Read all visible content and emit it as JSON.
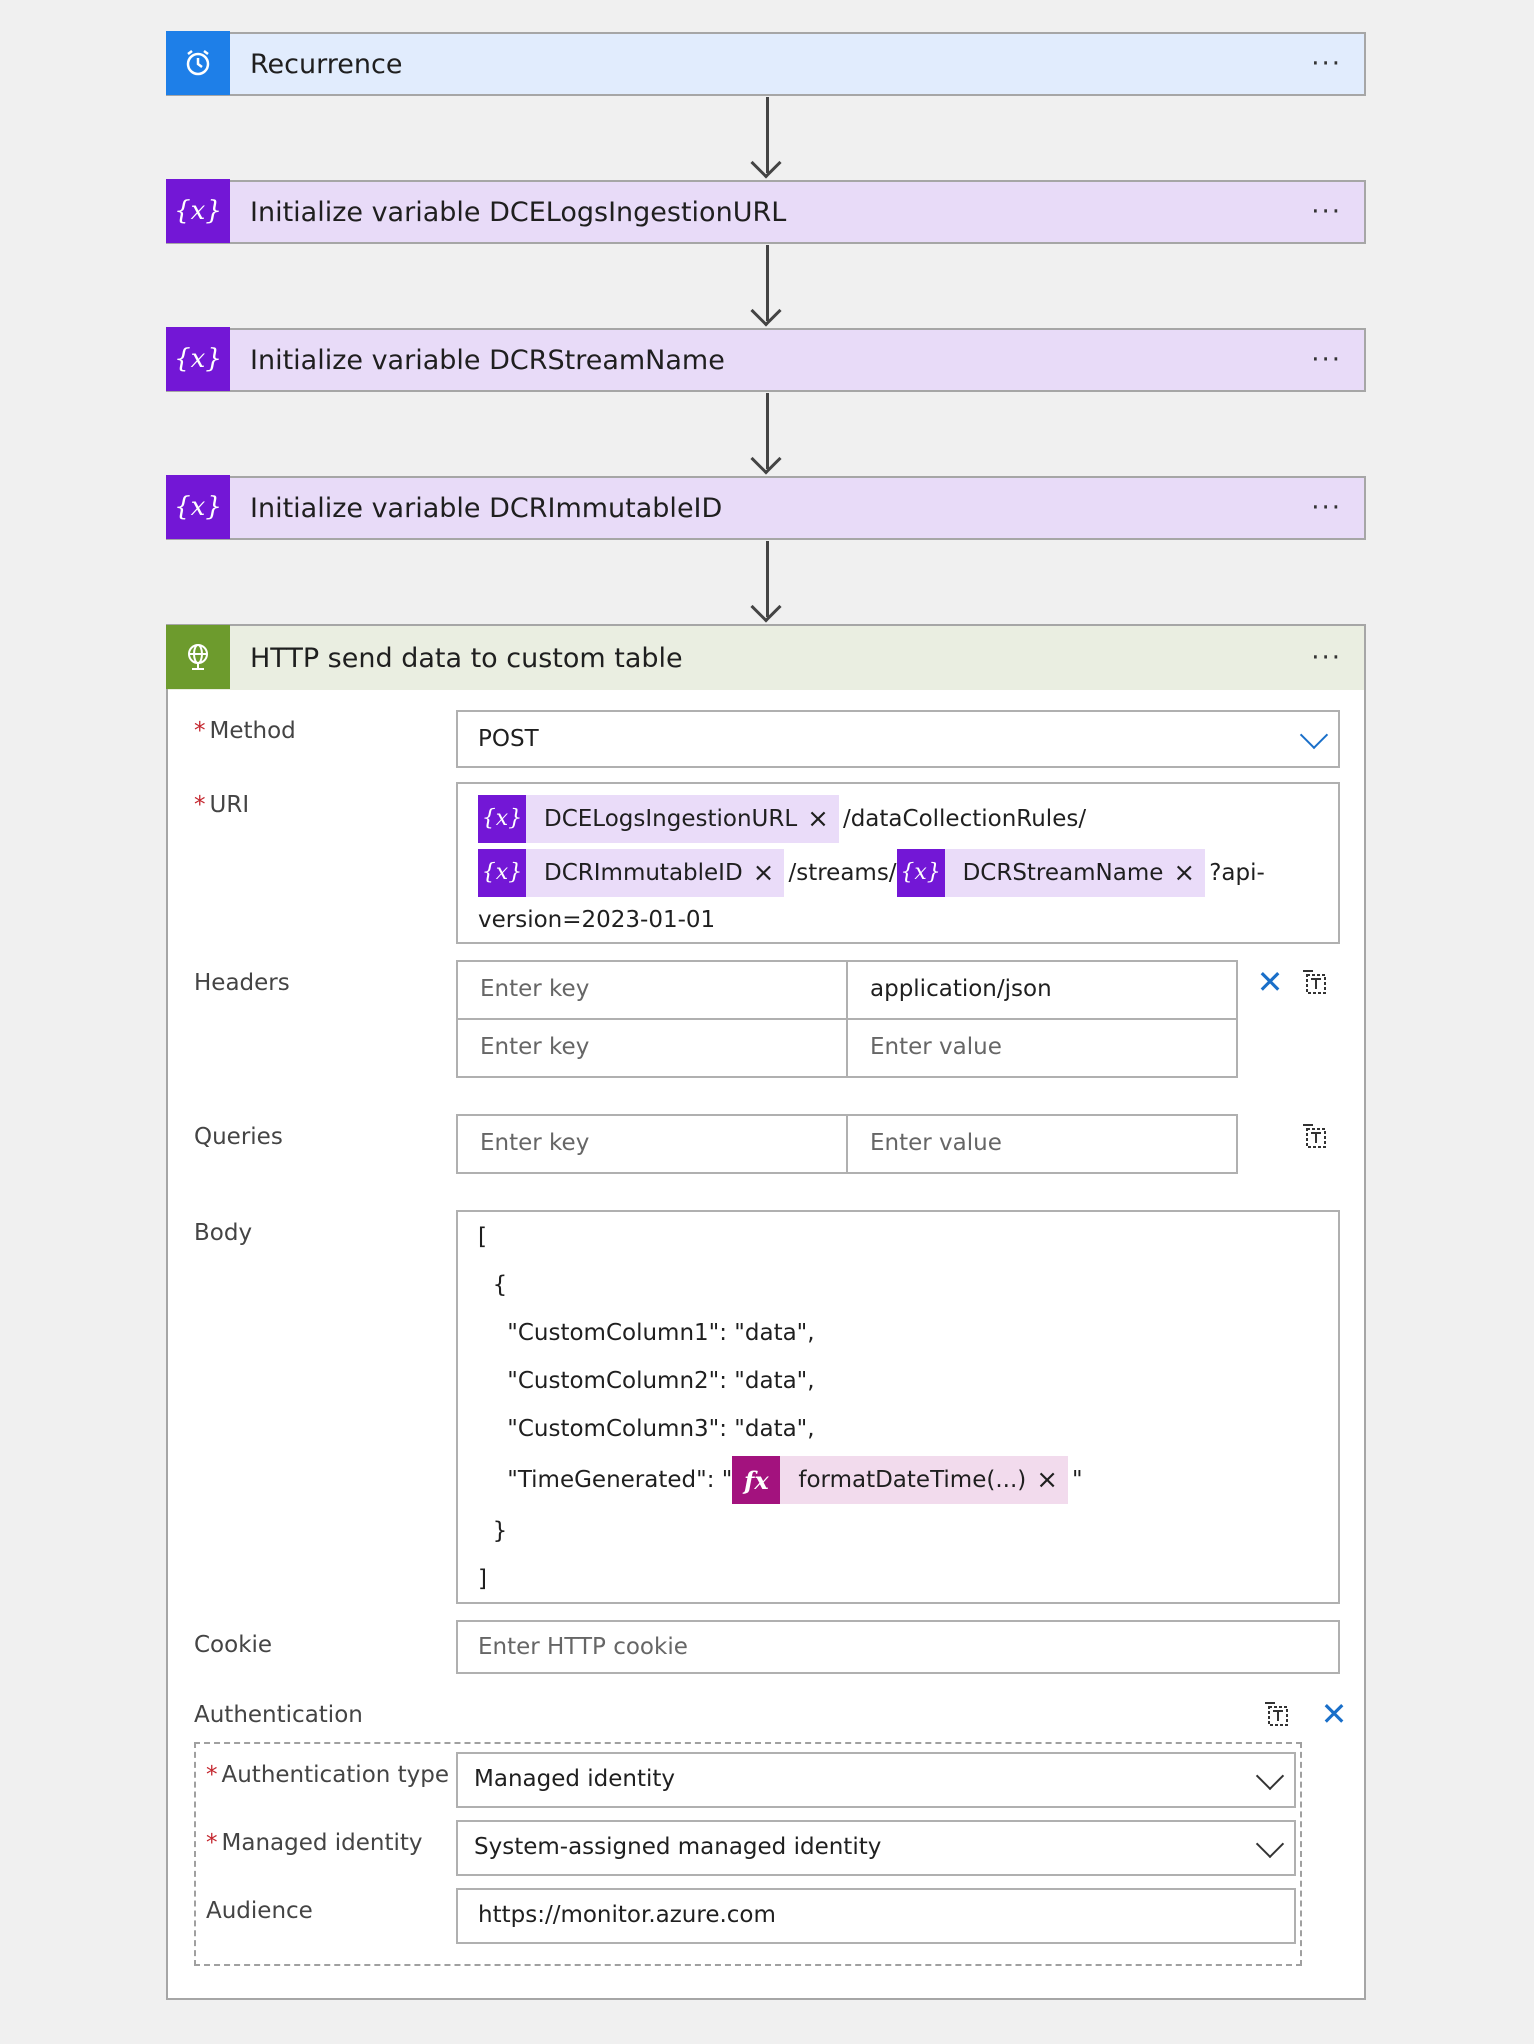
{
  "steps": [
    {
      "title": "Recurrence",
      "more": "···",
      "icon": "alarm-clock-icon",
      "color": "#1e7fe8"
    },
    {
      "title": "Initialize variable DCELogsIngestionURL",
      "more": "···",
      "icon": "variable-icon",
      "color": "#7317d6"
    },
    {
      "title": "Initialize variable DCRStreamName",
      "more": "···",
      "icon": "variable-icon",
      "color": "#7317d6"
    },
    {
      "title": "Initialize variable DCRImmutableID",
      "more": "···",
      "icon": "variable-icon",
      "color": "#7317d6"
    }
  ],
  "variable_glyph": "{x}",
  "http": {
    "title": "HTTP send data to custom table",
    "more": "···",
    "icon": "globe-icon",
    "color": "#6d9b2d",
    "method": {
      "label": "Method",
      "value": "POST"
    },
    "uri": {
      "label": "URI",
      "token1": "DCELogsIngestionURL",
      "text1": "/dataCollectionRules/",
      "token2": "DCRImmutableID",
      "text2": "/streams/",
      "token3": "DCRStreamName",
      "text3": "?api-",
      "text4": "version=2023-01-01"
    },
    "headers": {
      "label": "Headers",
      "rows": [
        {
          "key_placeholder": "Enter key",
          "value": "application/json"
        },
        {
          "key_placeholder": "Enter key",
          "value_placeholder": "Enter value"
        }
      ]
    },
    "queries": {
      "label": "Queries",
      "key_placeholder": "Enter key",
      "value_placeholder": "Enter value"
    },
    "body": {
      "label": "Body",
      "lines": [
        "[",
        "  {",
        "    \"CustomColumn1\": \"data\",",
        "    \"CustomColumn2\": \"data\",",
        "    \"CustomColumn3\": \"data\",",
        "    \"TimeGenerated\": \"",
        "  }",
        "]"
      ],
      "fx_glyph": "fx",
      "fx_token": "formatDateTime(...)",
      "after_token": "\""
    },
    "cookie": {
      "label": "Cookie",
      "placeholder": "Enter HTTP cookie"
    },
    "authentication": {
      "label": "Authentication",
      "type_label": "Authentication type",
      "type_value": "Managed identity",
      "identity_label": "Managed identity",
      "identity_value": "System-assigned managed identity",
      "audience_label": "Audience",
      "audience_value": "https://monitor.azure.com"
    }
  },
  "colors": {
    "accent_blue": "#1a6fc9",
    "required_red": "#c4262e",
    "function_magenta": "#a3127e"
  }
}
